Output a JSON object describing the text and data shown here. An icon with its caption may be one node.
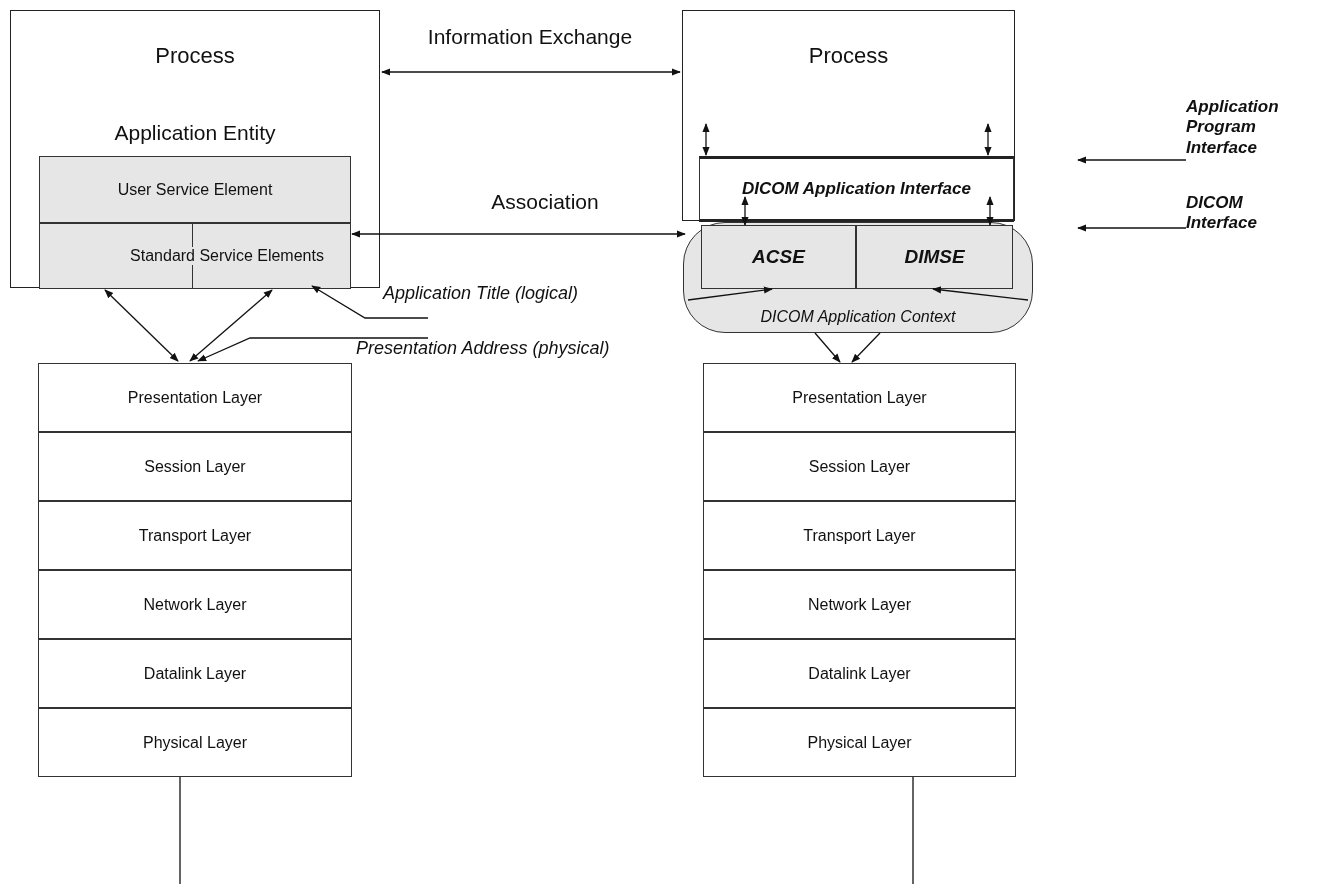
{
  "diagram": {
    "nodes": [
      {
        "text": [
          "Process"
        ]
      },
      {
        "text": [
          "Application Entity"
        ],
        "in": 0
      },
      {
        "text": [
          "User Service Element"
        ],
        "in": 1
      },
      {
        "text": [
          "Standard Service Elements"
        ],
        "in": 1
      },
      {
        "text": [
          "Process"
        ]
      },
      {
        "text": [
          "DICOM Application Interface"
        ],
        "in": 4
      },
      {
        "text": [
          "DICOM Application Context"
        ]
      },
      {
        "text": [
          "ACSE"
        ],
        "in": 6
      },
      {
        "text": [
          "DIMSE"
        ],
        "in": 6
      },
      {
        "text": [
          "Presentation Layer"
        ]
      },
      {
        "text": [
          "Session Layer"
        ]
      },
      {
        "text": [
          "Transport Layer"
        ]
      },
      {
        "text": [
          "Network Layer"
        ]
      },
      {
        "text": [
          "Datalink Layer"
        ]
      },
      {
        "text": [
          "Physical Layer"
        ]
      },
      {
        "text": [
          "Presentation Layer"
        ]
      },
      {
        "text": [
          "Session Layer"
        ]
      },
      {
        "text": [
          "Transport Layer"
        ]
      },
      {
        "text": [
          "Network Layer"
        ]
      },
      {
        "text": [
          "Datalink Layer"
        ]
      },
      {
        "text": [
          "Physical Layer"
        ]
      },
      {
        "text": [
          "Application Title (logical)"
        ]
      },
      {
        "text": [
          "Presentation Address (physical)"
        ]
      },
      {
        "text": [
          "Application Program Interface"
        ]
      },
      {
        "text": [
          "DICOM Interface"
        ]
      }
    ],
    "edges": [
      {
        "from": 0,
        "to": 4,
        "arrow": "both",
        "label": "Information Exchange"
      },
      {
        "from": 1,
        "to": 6,
        "arrow": "both",
        "label": "Association"
      },
      {
        "from": 3,
        "to": 9,
        "arrow": "both"
      },
      {
        "from": 3,
        "to": 9,
        "arrow": "both"
      },
      {
        "from": 21,
        "to": 3,
        "arrow": "to"
      },
      {
        "from": 22,
        "to": 9,
        "arrow": "to"
      },
      {
        "from": 4,
        "to": 5,
        "arrow": "both"
      },
      {
        "from": 4,
        "to": 5,
        "arrow": "both"
      },
      {
        "from": 5,
        "to": 7,
        "arrow": "both"
      },
      {
        "from": 5,
        "to": 8,
        "arrow": "both"
      },
      {
        "from": 6,
        "to": 7,
        "arrow": "to"
      },
      {
        "from": 6,
        "to": 8,
        "arrow": "to"
      },
      {
        "from": 6,
        "to": 15,
        "arrow": "to"
      },
      {
        "from": 6,
        "to": 15,
        "arrow": "to"
      },
      {
        "from": 23,
        "to": null,
        "arrow": "to"
      },
      {
        "from": 24,
        "to": null,
        "arrow": "to"
      },
      {
        "from": 14,
        "to": null,
        "arrow": "none"
      },
      {
        "from": 20,
        "to": null,
        "arrow": "none"
      }
    ]
  }
}
